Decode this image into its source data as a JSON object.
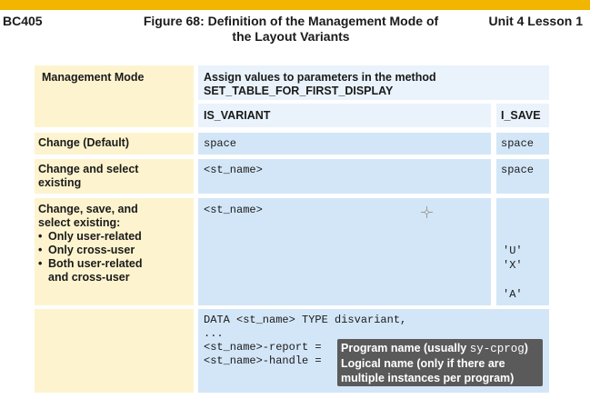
{
  "header": {
    "course": "BC405",
    "title": "Figure 68: Definition of the Management Mode of the Layout Variants",
    "unit": "Unit 4 Lesson 1"
  },
  "table": {
    "col_mode_header": "Management Mode",
    "col_assign_header": "Assign values to parameters in the method SET_TABLE_FOR_FIRST_DISPLAY",
    "is_variant_header": "IS_VARIANT",
    "i_save_header": "I_SAVE",
    "rows": [
      {
        "mode": "Change (Default)",
        "is_variant": "space",
        "i_save": "space"
      },
      {
        "mode": "Change and select existing",
        "is_variant": "<st_name>",
        "i_save": "space"
      },
      {
        "mode": "Change, save, and select existing:",
        "bullets": [
          "Only user-related",
          "Only cross-user",
          "Both user-related and cross-user"
        ],
        "is_variant": "<st_name>",
        "i_save_values": [
          "'U'",
          "'X'",
          "'A'"
        ]
      }
    ]
  },
  "code": {
    "line1": "DATA <st_name> TYPE disvariant,",
    "line2": "...",
    "line3": "<st_name>-report =",
    "line4": "<st_name>-handle ="
  },
  "callout": {
    "line1_text": "Program name (usually ",
    "line1_code": "sy-cprog",
    "line1_end": ")",
    "line2": "Logical name (only if there are multiple instances per program)"
  }
}
